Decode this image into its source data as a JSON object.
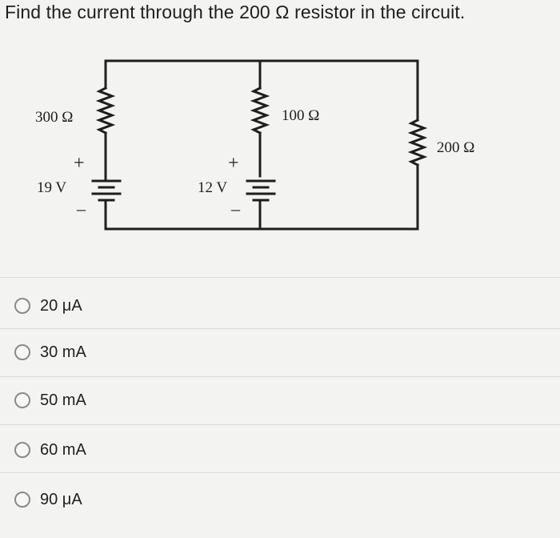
{
  "question": {
    "text": "Find the current through the 200 Ω resistor in the circuit."
  },
  "circuit": {
    "labels": {
      "r1": "300 Ω",
      "r2": "100 Ω",
      "r3": "200 Ω",
      "v1": "19 V",
      "v2": "12 V",
      "plus": "+",
      "minus": "–"
    }
  },
  "options": [
    {
      "label": "20 μA"
    },
    {
      "label": "30 mA"
    },
    {
      "label": "50 mA"
    },
    {
      "label": "60 mA"
    },
    {
      "label": "90 μA"
    }
  ]
}
